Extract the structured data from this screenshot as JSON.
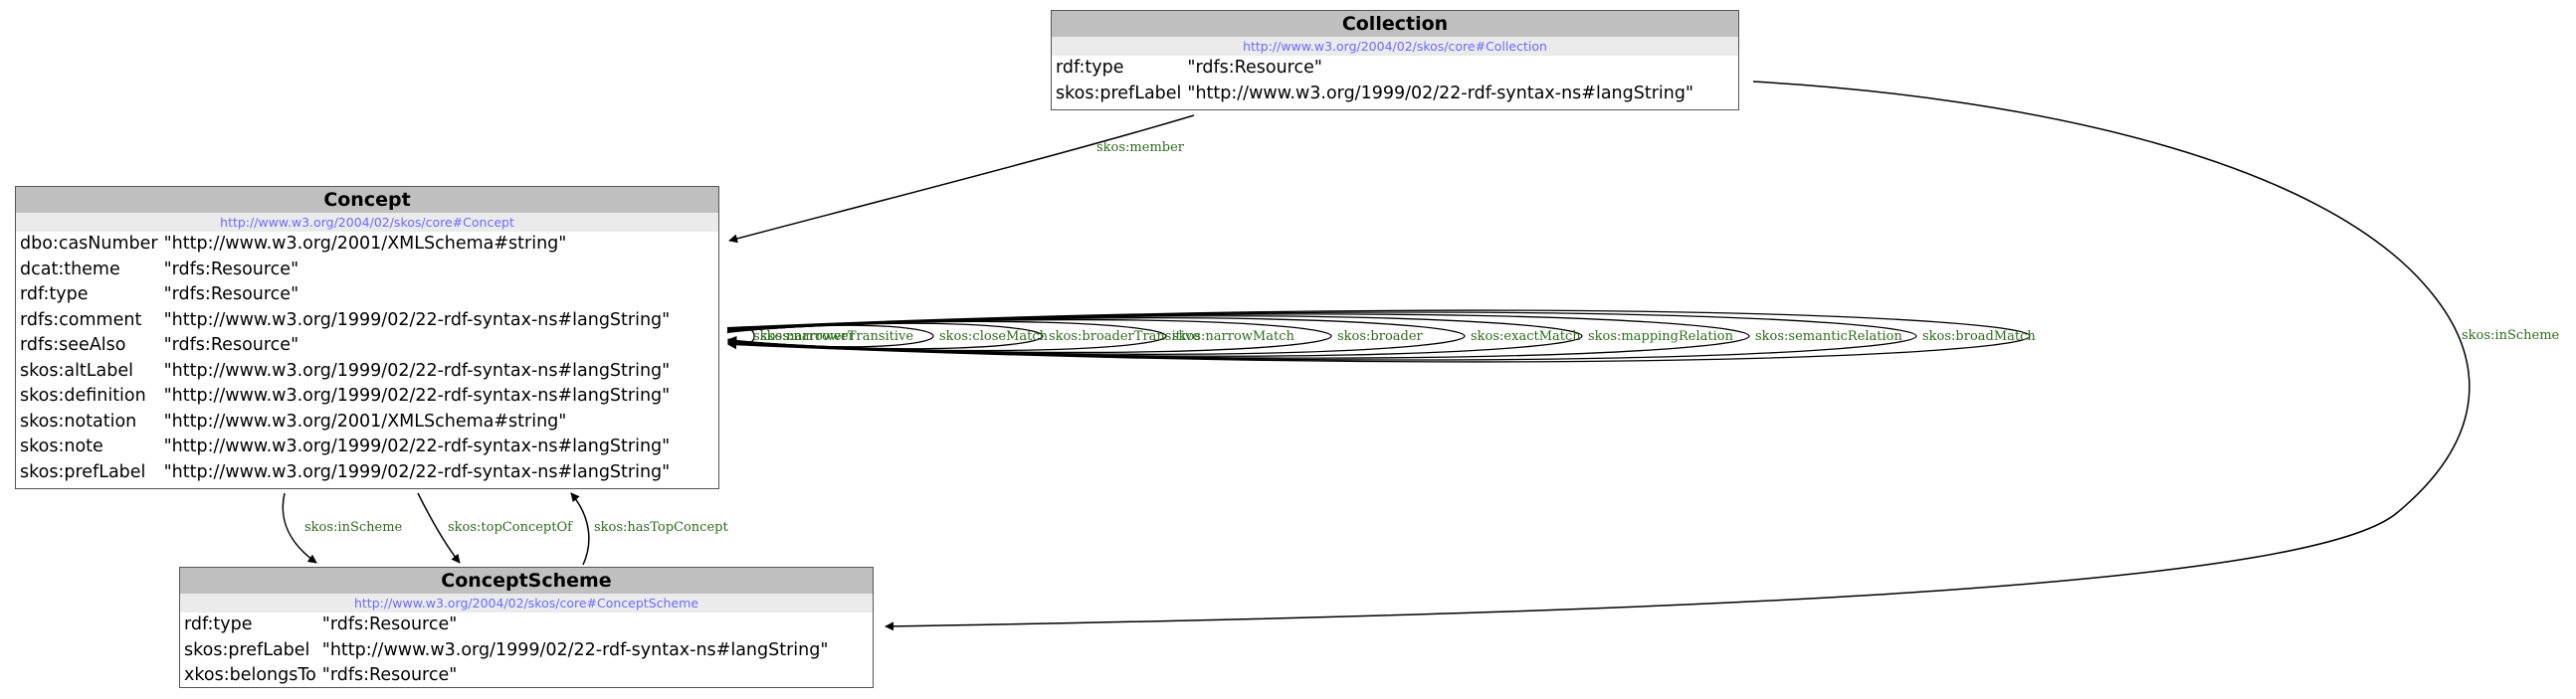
{
  "nodes": {
    "collection": {
      "title": "Collection",
      "uri": "http://www.w3.org/2004/02/skos/core#Collection",
      "props": [
        {
          "key": "rdf:type",
          "value": "\"rdfs:Resource\""
        },
        {
          "key": "skos:prefLabel",
          "value": "\"http://www.w3.org/1999/02/22-rdf-syntax-ns#langString\""
        }
      ]
    },
    "concept": {
      "title": "Concept",
      "uri": "http://www.w3.org/2004/02/skos/core#Concept",
      "props": [
        {
          "key": "dbo:casNumber",
          "value": "\"http://www.w3.org/2001/XMLSchema#string\""
        },
        {
          "key": "dcat:theme",
          "value": "\"rdfs:Resource\""
        },
        {
          "key": "rdf:type",
          "value": "\"rdfs:Resource\""
        },
        {
          "key": "rdfs:comment",
          "value": "\"http://www.w3.org/1999/02/22-rdf-syntax-ns#langString\""
        },
        {
          "key": "rdfs:seeAlso",
          "value": "\"rdfs:Resource\""
        },
        {
          "key": "skos:altLabel",
          "value": "\"http://www.w3.org/1999/02/22-rdf-syntax-ns#langString\""
        },
        {
          "key": "skos:definition",
          "value": "\"http://www.w3.org/1999/02/22-rdf-syntax-ns#langString\""
        },
        {
          "key": "skos:notation",
          "value": "\"http://www.w3.org/2001/XMLSchema#string\""
        },
        {
          "key": "skos:note",
          "value": "\"http://www.w3.org/1999/02/22-rdf-syntax-ns#langString\""
        },
        {
          "key": "skos:prefLabel",
          "value": "\"http://www.w3.org/1999/02/22-rdf-syntax-ns#langString\""
        }
      ]
    },
    "conceptScheme": {
      "title": "ConceptScheme",
      "uri": "http://www.w3.org/2004/02/skos/core#ConceptScheme",
      "props": [
        {
          "key": "rdf:type",
          "value": "\"rdfs:Resource\""
        },
        {
          "key": "skos:prefLabel",
          "value": "\"http://www.w3.org/1999/02/22-rdf-syntax-ns#langString\""
        },
        {
          "key": "xkos:belongsTo",
          "value": "\"rdfs:Resource\""
        }
      ]
    }
  },
  "edges": {
    "member": "skos:member",
    "collectionInScheme": "skos:inScheme",
    "conceptInScheme": "skos:inScheme",
    "topConceptOf": "skos:topConceptOf",
    "hasTopConcept": "skos:hasTopConcept",
    "selfLoops": [
      "skos:narrowerTransitive",
      "skos:narrower",
      "skos:closeMatch",
      "skos:broaderTransitive",
      "skos:narrowMatch",
      "skos:broader",
      "skos:exactMatch",
      "skos:mappingRelation",
      "skos:semanticRelation",
      "skos:broadMatch"
    ]
  },
  "colors": {
    "edge_label": "#2e6b1e",
    "uri_text": "#6b6bff",
    "node_header": "#bfbfbf",
    "node_uri_band": "#ebebeb"
  }
}
